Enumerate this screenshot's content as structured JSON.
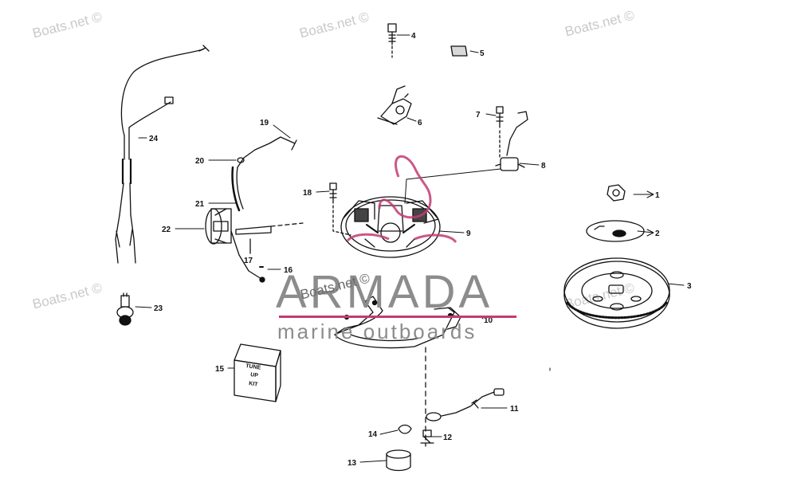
{
  "watermarks": {
    "site": "Boats.net ©",
    "brand": "ARMADA",
    "brand_sub": "marine outboards"
  },
  "kit_label": [
    "TUNE",
    "UP",
    "KIT"
  ],
  "callouts": {
    "c1": "1",
    "c2": "2",
    "c3": "3",
    "c4": "4",
    "c5": "5",
    "c6": "6",
    "c7": "7",
    "c8": "8",
    "c9": "9",
    "c10": "10",
    "c11": "11",
    "c12": "12",
    "c13": "13",
    "c14": "14",
    "c15": "15",
    "c16": "16",
    "c17": "17",
    "c18": "18",
    "c19": "19",
    "c20": "20",
    "c21": "21",
    "c22": "22",
    "c23": "23",
    "c24": "24"
  },
  "colors": {
    "line": "#111111",
    "watermark": "#c9c9c9",
    "brand_accent": "#c23b73",
    "brand_text": "#8c8c8c"
  }
}
